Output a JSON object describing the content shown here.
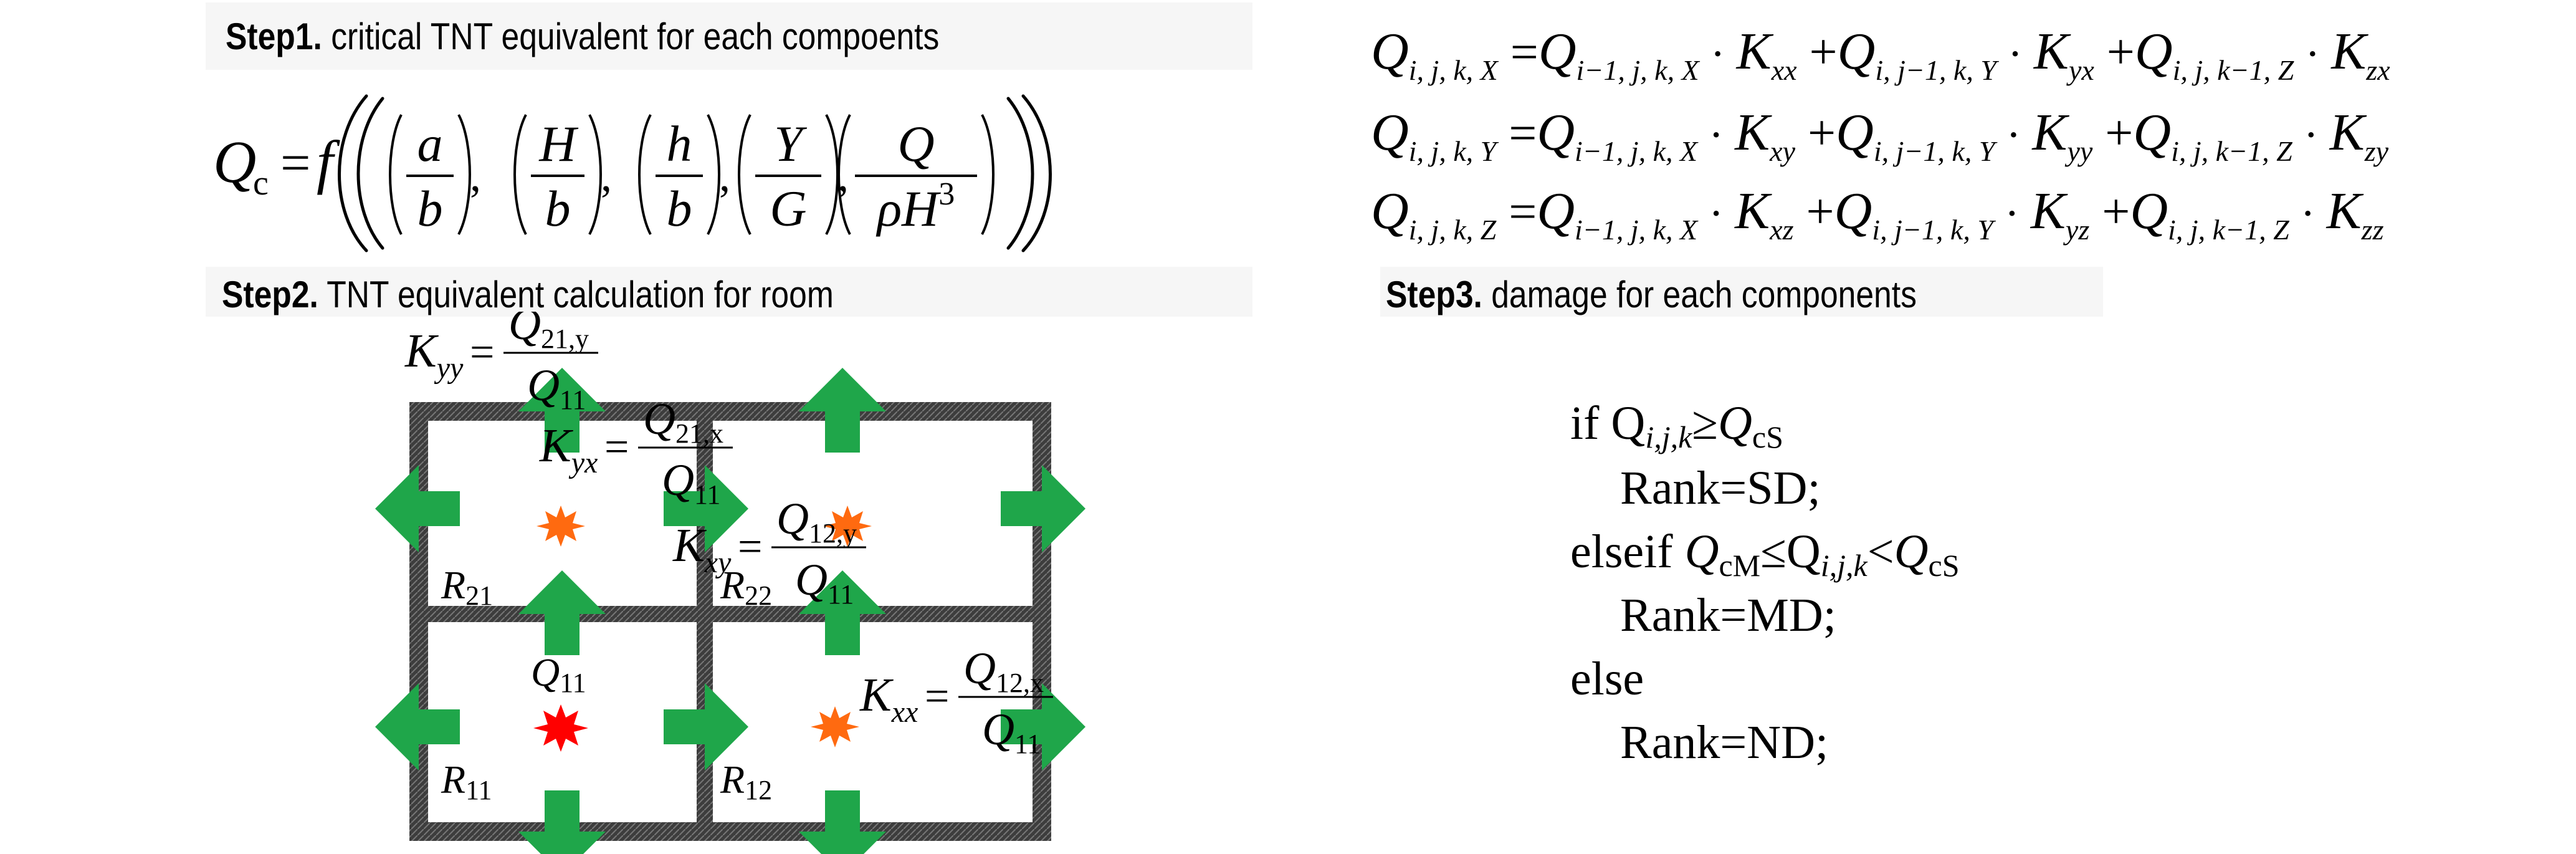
{
  "step1": {
    "bold": "Step1.",
    "text": " critical TNT equivalent for each compoents"
  },
  "step2": {
    "bold": "Step2.",
    "text": " TNT equivalent calculation for room"
  },
  "step3": {
    "bold": "Step3.",
    "text": " damage for each components"
  },
  "formula_qc": {
    "lhs": "Q",
    "lhs_sub": "c",
    "eq": "=",
    "f": "f",
    "ratios": [
      {
        "num": "a",
        "den": "b"
      },
      {
        "num": "H",
        "den": "b"
      },
      {
        "num": "h",
        "den": "b"
      },
      {
        "num": "Y",
        "den": "G"
      },
      {
        "num": "Q",
        "den": "ρH",
        "den_sup": "3"
      }
    ]
  },
  "equations": [
    {
      "lhs_sub": "i, j, k, X",
      "t1_sub": "i−1, j, k, X",
      "k1": "xx",
      "t2_sub": "i, j−1, k, Y",
      "k2": "yx",
      "t3_sub": "i, j, k−1, Z",
      "k3": "zx"
    },
    {
      "lhs_sub": "i, j, k, Y",
      "t1_sub": "i−1, j, k, X",
      "k1": "xy",
      "t2_sub": "i, j−1, k, Y",
      "k2": "yy",
      "t3_sub": "i, j, k−1, Z",
      "k3": "zy"
    },
    {
      "lhs_sub": "i, j, k, Z",
      "t1_sub": "i−1, j, k, X",
      "k1": "xz",
      "t2_sub": "i, j−1, k, Y",
      "k2": "yz",
      "t3_sub": "i, j, k−1, Z",
      "k3": "zz"
    }
  ],
  "diagram": {
    "rooms": [
      {
        "label": "R",
        "sub": "21"
      },
      {
        "label": "R",
        "sub": "22"
      },
      {
        "label": "R",
        "sub": "11"
      },
      {
        "label": "R",
        "sub": "12"
      }
    ],
    "source_label": {
      "label": "Q",
      "sub": "11"
    },
    "coefficients": [
      {
        "k": "K",
        "k_sub": "yy",
        "num": "Q",
        "num_sub": "21,y",
        "den": "Q",
        "den_sub": "11"
      },
      {
        "k": "K",
        "k_sub": "yx",
        "num": "Q",
        "num_sub": "21,x",
        "den": "Q",
        "den_sub": "11"
      },
      {
        "k": "K",
        "k_sub": "xy",
        "num": "Q",
        "num_sub": "12,y",
        "den": "Q",
        "den_sub": "11"
      },
      {
        "k": "K",
        "k_sub": "xx",
        "num": "Q",
        "num_sub": "12,x",
        "den": "Q",
        "den_sub": "11"
      }
    ],
    "colors": {
      "wall": "#4a4a4a",
      "arrow": "#1fa64a",
      "source": "#ff0000",
      "secondary": "#ff6a10"
    }
  },
  "damage_rule": {
    "line1_if": "if Q",
    "line1_sub": "i,j,k",
    "line1_ge": "≥",
    "line1_q": "Q",
    "line1_qsub": "cS",
    "line2": "Rank=SD;",
    "line3_elseif": "elseif ",
    "line3_q": "Q",
    "line3_qsub": "cM",
    "line3_le": "≤Q",
    "line3_sub": "i,j,k",
    "line3_lt": "<",
    "line3_q2": "Q",
    "line3_q2sub": "cS",
    "line4": "Rank=MD;",
    "line5": "else",
    "line6": "Rank=ND;"
  }
}
